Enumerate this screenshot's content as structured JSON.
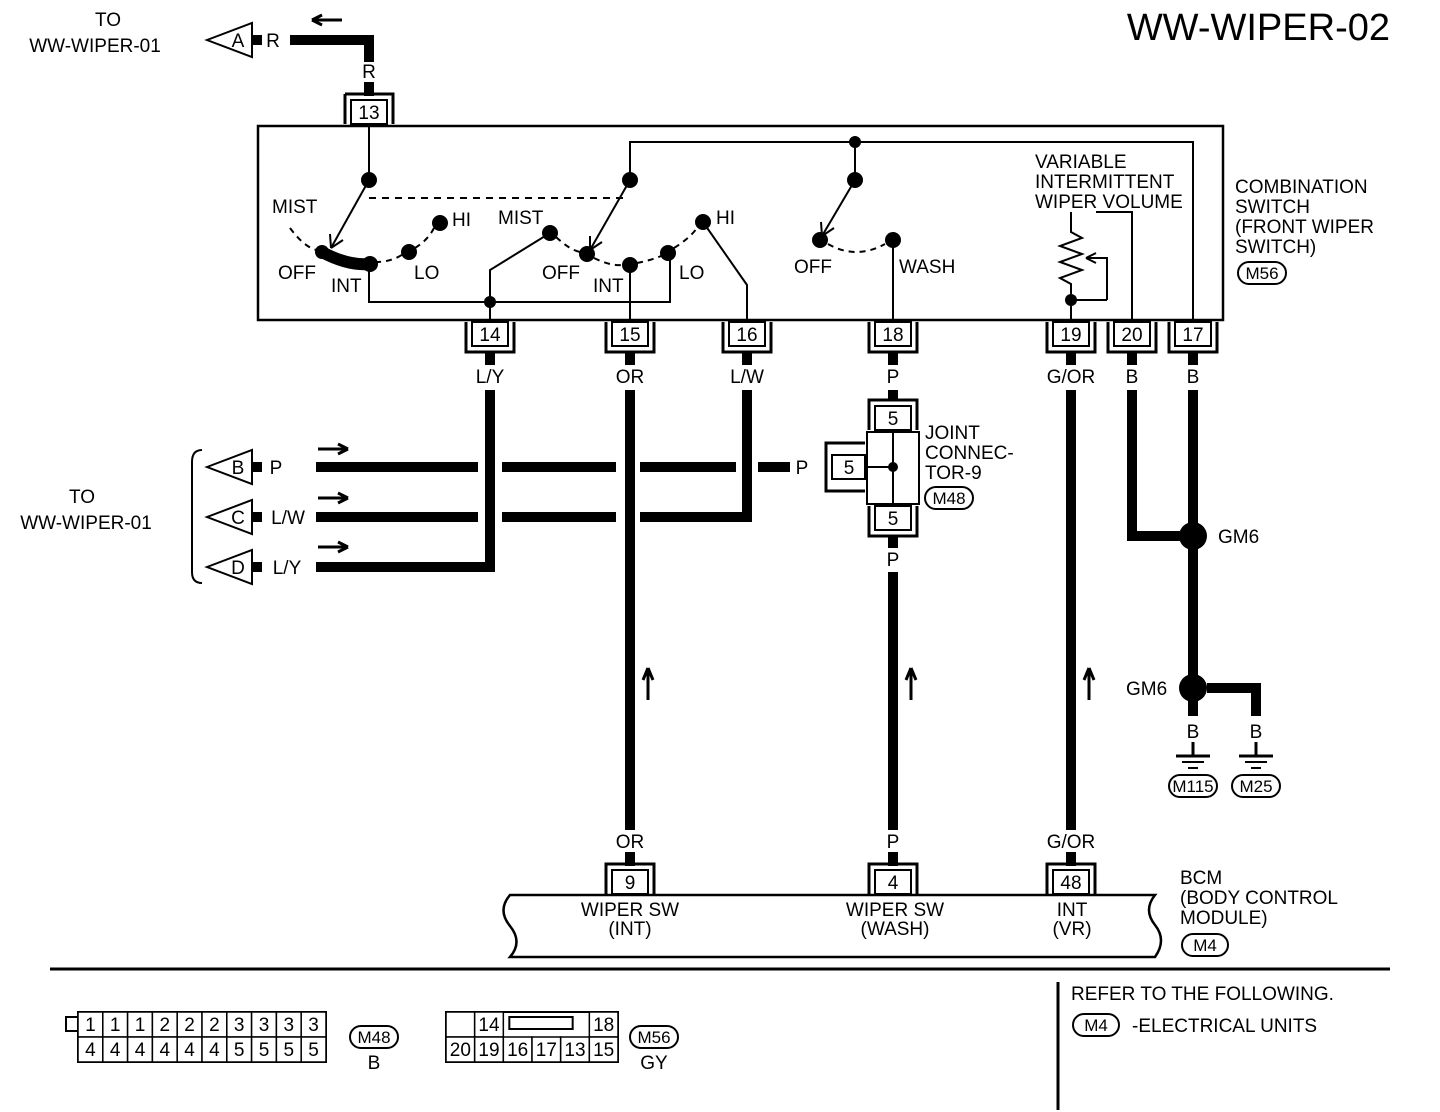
{
  "page_id": "WW-WIPER-02",
  "offpage": {
    "to_label": "TO",
    "ref_top": "WW-WIPER-01",
    "ref_left": "WW-WIPER-01",
    "A": "A",
    "B": "B",
    "C": "C",
    "D": "D"
  },
  "combination_switch": {
    "name_lines": [
      "COMBINATION",
      "SWITCH",
      "(FRONT WIPER",
      " SWITCH)"
    ],
    "connector": "M56",
    "switch1": {
      "mist": "MIST",
      "hi": "HI",
      "off": "OFF",
      "int": "INT",
      "lo": "LO"
    },
    "switch2": {
      "mist": "MIST",
      "hi": "HI",
      "off": "OFF",
      "int": "INT",
      "lo": "LO"
    },
    "washer": {
      "off": "OFF",
      "wash": "WASH"
    },
    "volume_lines": [
      "VARIABLE",
      "INTERMITTENT",
      "WIPER VOLUME"
    ]
  },
  "pins": {
    "p13": "13",
    "p14": "14",
    "p15": "15",
    "p16": "16",
    "p18": "18",
    "p19": "19",
    "p20": "20",
    "p17": "17"
  },
  "wires": {
    "r": "R",
    "ly": "L/Y",
    "or": "OR",
    "lw": "L/W",
    "p": "P",
    "gor": "G/OR",
    "b": "B"
  },
  "joint_connector": {
    "name_lines": [
      "JOINT",
      "CONNEC-",
      "TOR-9"
    ],
    "connector": "M48",
    "pin": "5"
  },
  "grounds": {
    "splice": "GM6",
    "g1": "M115",
    "g2": "M25"
  },
  "bcm": {
    "name_lines": [
      "BCM",
      "(BODY CONTROL",
      " MODULE)"
    ],
    "connector": "M4",
    "pins": [
      {
        "num": "9",
        "line1": "WIPER SW",
        "line2": "(INT)"
      },
      {
        "num": "4",
        "line1": "WIPER SW",
        "line2": "(WASH)"
      },
      {
        "num": "48",
        "line1": "INT",
        "line2": "(VR)"
      }
    ]
  },
  "connector_views": {
    "m48": {
      "id": "M48",
      "color": "B",
      "row1": [
        "1",
        "1",
        "1",
        "2",
        "2",
        "2",
        "3",
        "3",
        "3",
        "3"
      ],
      "row2": [
        "4",
        "4",
        "4",
        "4",
        "4",
        "4",
        "5",
        "5",
        "5",
        "5"
      ]
    },
    "m56": {
      "id": "M56",
      "color": "GY",
      "row1": [
        "",
        "14",
        "",
        "",
        "",
        "18"
      ],
      "row2": [
        "20",
        "19",
        "16",
        "17",
        "13",
        "15"
      ]
    }
  },
  "reference": {
    "heading": "REFER TO THE FOLLOWING.",
    "unit": "M4",
    "desc": "-ELECTRICAL UNITS"
  }
}
